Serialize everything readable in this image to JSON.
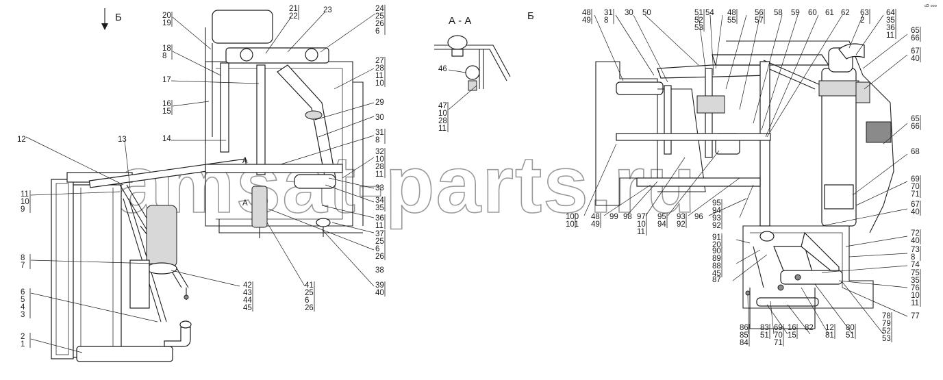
{
  "views": {
    "left_arrow_label": "Б",
    "section_title": "А - А",
    "right_title": "Б",
    "section_marks": [
      "А",
      "А"
    ],
    "corner_mark": "ᶜᴰ ᵒᵒᵒ"
  },
  "watermark": "amsat-parts.ru",
  "left_labels": [
    [
      "20",
      "19"
    ],
    [
      "21",
      "22"
    ],
    [
      "23"
    ],
    [
      "24",
      "25",
      "26",
      "6"
    ],
    [
      "18",
      "8"
    ],
    [
      "17"
    ],
    [
      "16",
      "15"
    ],
    [
      "27",
      "28",
      "11",
      "10"
    ],
    [
      "29"
    ],
    [
      "30"
    ],
    [
      "31",
      "8"
    ],
    [
      "14"
    ],
    [
      "32",
      "10",
      "28",
      "11"
    ],
    [
      "12"
    ],
    [
      "13"
    ],
    [
      "33"
    ],
    [
      "34",
      "35"
    ],
    [
      "36",
      "11"
    ],
    [
      "11",
      "10",
      "9"
    ],
    [
      "37",
      "25",
      "6",
      "26"
    ],
    [
      "38"
    ],
    [
      "8",
      "7"
    ],
    [
      "39",
      "40"
    ],
    [
      "41",
      "25",
      "6",
      "26"
    ],
    [
      "42",
      "43",
      "44",
      "45"
    ],
    [
      "6",
      "5",
      "4",
      "3"
    ],
    [
      "2",
      "1"
    ]
  ],
  "section_labels": [
    [
      "46"
    ],
    [
      "47",
      "10",
      "28",
      "11"
    ]
  ],
  "right_labels": [
    [
      "48",
      "49"
    ],
    [
      "31",
      "8"
    ],
    [
      "30"
    ],
    [
      "50"
    ],
    [
      "51",
      "52",
      "53"
    ],
    [
      "54"
    ],
    [
      "48",
      "55"
    ],
    [
      "56",
      "57"
    ],
    [
      "58"
    ],
    [
      "59"
    ],
    [
      "60"
    ],
    [
      "61"
    ],
    [
      "62"
    ],
    [
      "63",
      "2"
    ],
    [
      "64",
      "35",
      "36",
      "11"
    ],
    [
      "65",
      "66"
    ],
    [
      "67",
      "40"
    ],
    [
      "65",
      "66"
    ],
    [
      "68"
    ],
    [
      "69",
      "70",
      "71"
    ],
    [
      "100",
      "101"
    ],
    [
      "48",
      "49"
    ],
    [
      "99"
    ],
    [
      "98"
    ],
    [
      "97",
      "10",
      "11"
    ],
    [
      "95",
      "94"
    ],
    [
      "93",
      "92"
    ],
    [
      "96"
    ],
    [
      "95",
      "94",
      "93",
      "92"
    ],
    [
      "67",
      "40"
    ],
    [
      "91",
      "20"
    ],
    [
      "90",
      "89",
      "88",
      "45"
    ],
    [
      "87"
    ],
    [
      "72",
      "40"
    ],
    [
      "73",
      "8"
    ],
    [
      "74"
    ],
    [
      "75",
      "35",
      "76",
      "10",
      "11"
    ],
    [
      "77"
    ],
    [
      "86",
      "85",
      "84"
    ],
    [
      "83",
      "51"
    ],
    [
      "69",
      "70",
      "71"
    ],
    [
      "16",
      "15"
    ],
    [
      "82"
    ],
    [
      "12",
      "81"
    ],
    [
      "80",
      "51"
    ],
    [
      "78",
      "79",
      "52",
      "53"
    ]
  ]
}
